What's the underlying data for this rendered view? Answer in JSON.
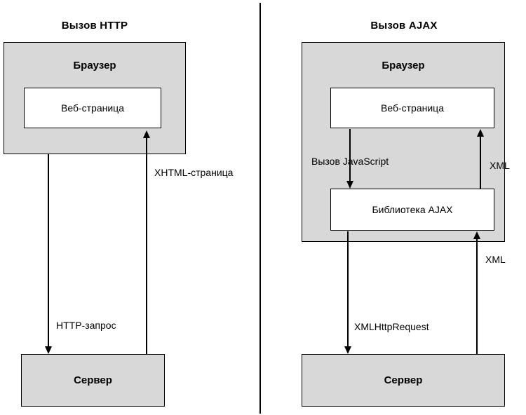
{
  "colors": {
    "box_fill": "#d8d8d8",
    "box_border": "#000000",
    "arrow": "#000000"
  },
  "left": {
    "title": "Вызов HTTP",
    "browser_label": "Браузер",
    "webpage_label": "Веб-страница",
    "server_label": "Сервер",
    "request_label": "HTTP-запрос",
    "response_label": "XHTML-страница"
  },
  "right": {
    "title": "Вызов AJAX",
    "browser_label": "Браузер",
    "webpage_label": "Веб-страница",
    "library_label": "Библиотека AJAX",
    "server_label": "Сервер",
    "js_call_label": "Вызов JavaScript",
    "xml_to_page_label": "XML",
    "request_label": "XMLHttpRequest",
    "xml_to_library_label": "XML"
  }
}
